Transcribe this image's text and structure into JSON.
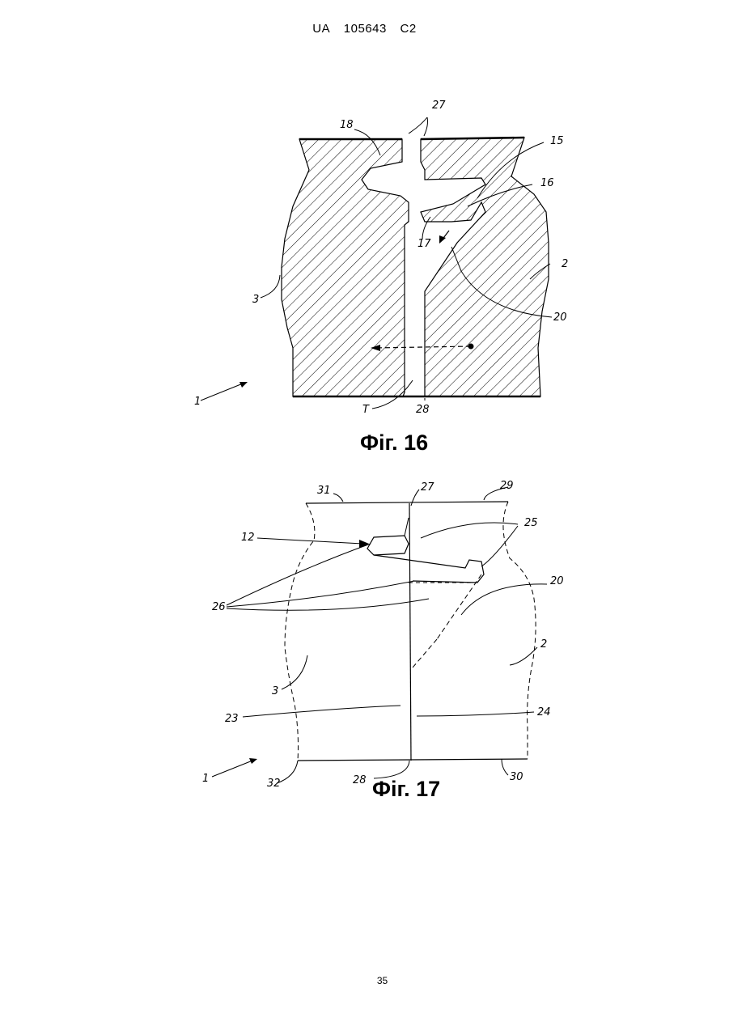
{
  "header": {
    "country": "UA",
    "number": "105643",
    "kind": "C2"
  },
  "page_number": "35",
  "figure16": {
    "caption": "Фіг. 16",
    "labels": {
      "l27": "27",
      "l18": "18",
      "l15": "15",
      "l16": "16",
      "l17": "17",
      "l2": "2",
      "l3": "3",
      "l20": "20",
      "l1": "1",
      "lT": "T",
      "l28": "28"
    }
  },
  "figure17": {
    "caption": "Фіг. 17",
    "labels": {
      "l31": "31",
      "l27": "27",
      "l29": "29",
      "l25": "25",
      "l12": "12",
      "l20": "20",
      "l26": "26",
      "l2": "2",
      "l3": "3",
      "l23": "23",
      "l24": "24",
      "l1": "1",
      "l32": "32",
      "l28": "28",
      "l30": "30"
    }
  }
}
